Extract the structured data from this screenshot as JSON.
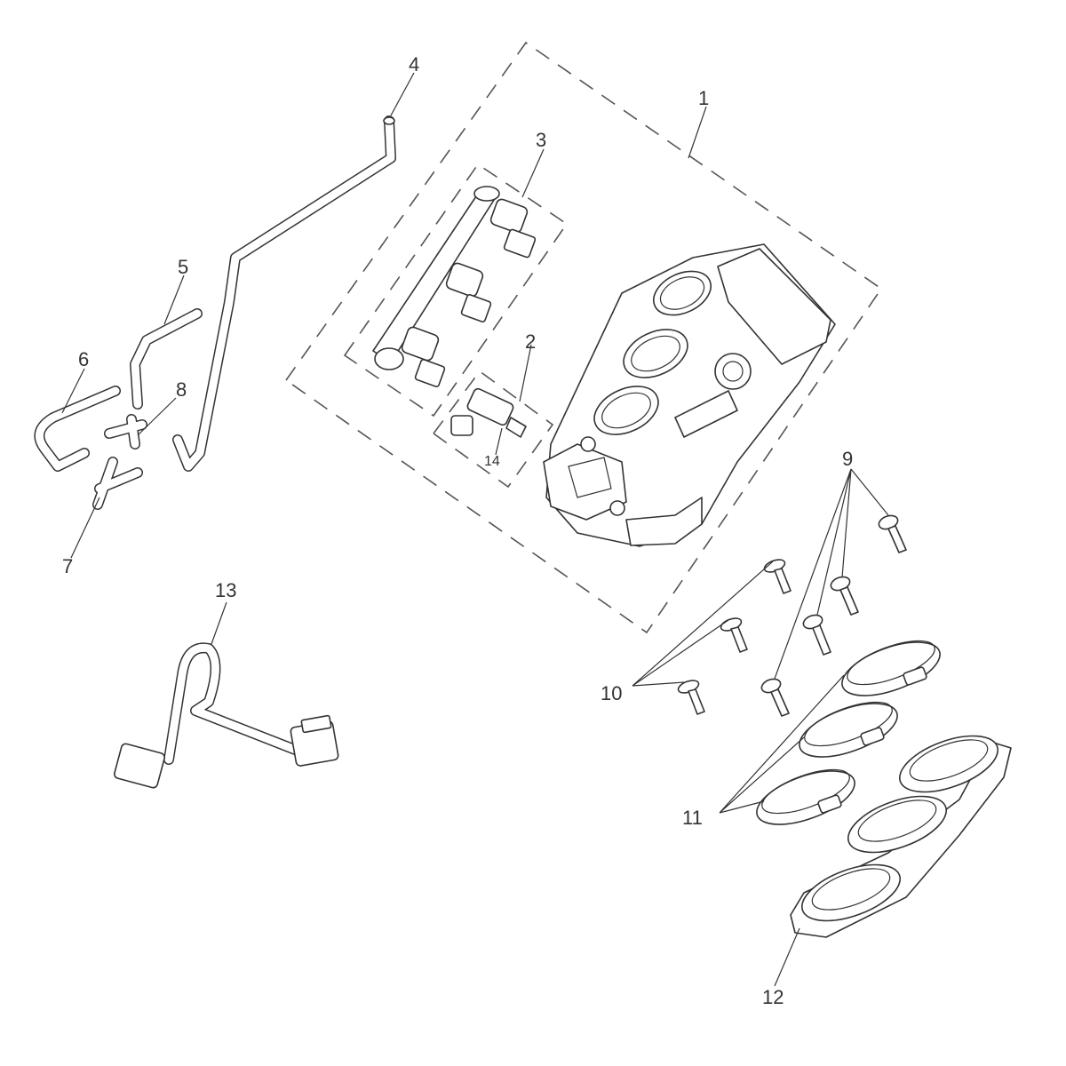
{
  "callouts": {
    "c1": "1",
    "c2": "2",
    "c3": "3",
    "c4": "4",
    "c5": "5",
    "c6": "6",
    "c7": "7",
    "c8": "8",
    "c9": "9",
    "c10": "10",
    "c11": "11",
    "c12": "12",
    "c13": "13",
    "c14": "14"
  },
  "colors": {
    "line": "#333333",
    "background": "#ffffff"
  }
}
